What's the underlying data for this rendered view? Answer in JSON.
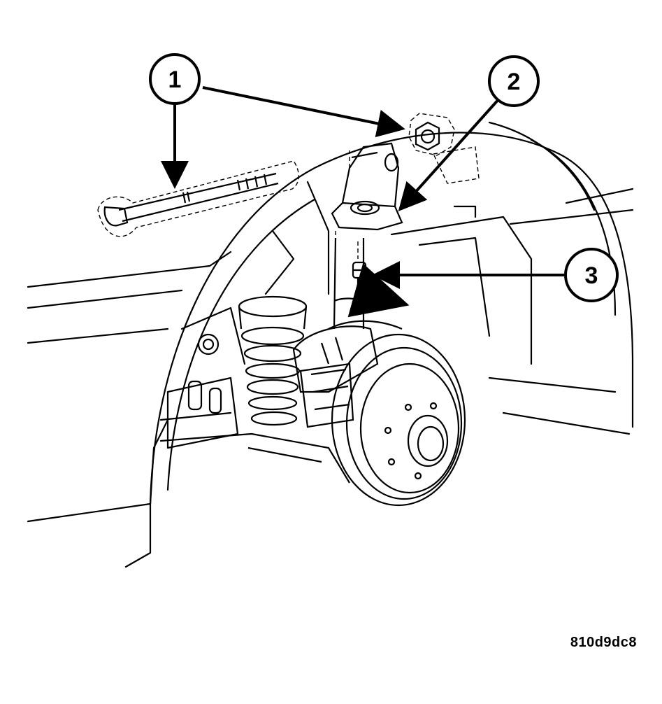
{
  "callouts": [
    {
      "number": "1"
    },
    {
      "number": "2"
    },
    {
      "number": "3"
    }
  ],
  "figure_id": "810d9dc8"
}
